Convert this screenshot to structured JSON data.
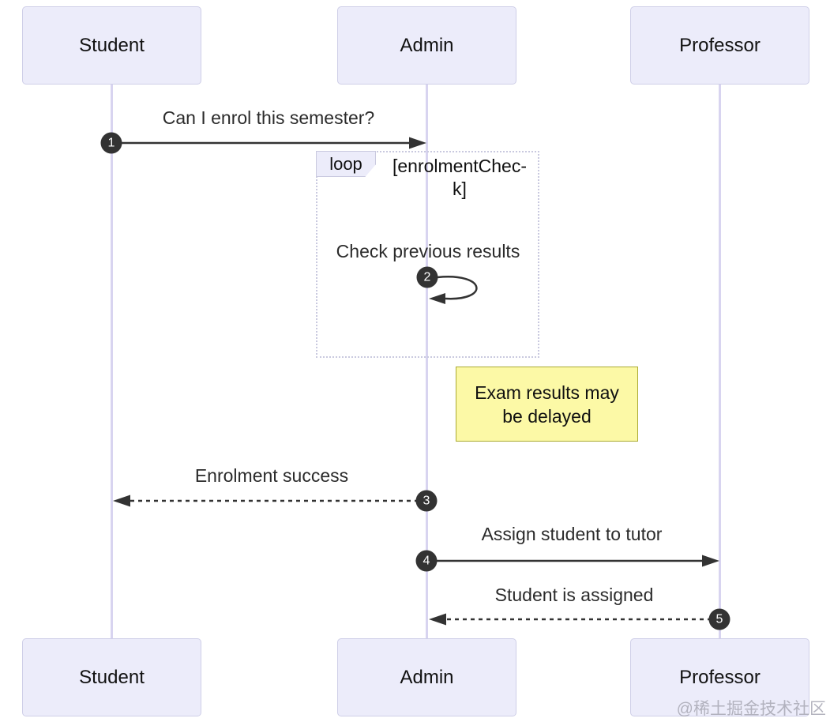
{
  "diagram_type": "sequence-diagram",
  "actors": [
    {
      "name": "Student"
    },
    {
      "name": "Admin"
    },
    {
      "name": "Professor"
    }
  ],
  "messages": [
    {
      "seq": "1",
      "label": "Can I enrol this semester?",
      "from": "Student",
      "to": "Admin",
      "line": "solid"
    },
    {
      "seq": "2",
      "label": "Check previous results",
      "from": "Admin",
      "to": "Admin",
      "line": "self-loop"
    },
    {
      "seq": "3",
      "label": "Enrolment success",
      "from": "Admin",
      "to": "Student",
      "line": "dashed"
    },
    {
      "seq": "4",
      "label": "Assign student to tutor",
      "from": "Admin",
      "to": "Professor",
      "line": "solid"
    },
    {
      "seq": "5",
      "label": "Student is assigned",
      "from": "Professor",
      "to": "Admin",
      "line": "dashed"
    }
  ],
  "loop_frame": {
    "label": "loop",
    "condition": "[enrolmentCheck]",
    "condition_lines": [
      "[enrolmentChec-",
      "k]"
    ]
  },
  "note": {
    "text": "Exam results may be delayed",
    "lines": [
      "Exam results may",
      "be delayed"
    ]
  },
  "watermark": "@稀土掘金技术社区",
  "colors": {
    "actor_fill": "#ECECFA",
    "actor_border": "#CFCFE8",
    "lifeline": "#D8D4F0",
    "arrow": "#333333",
    "badge_fill": "#333333",
    "badge_text": "#FFFFFF",
    "loop_border": "#C9C9DF",
    "loop_tag_fill": "#ECECFA",
    "note_fill": "#FCF9A6",
    "note_border": "#AAAA33",
    "watermark_color": "#A8A8B4"
  }
}
